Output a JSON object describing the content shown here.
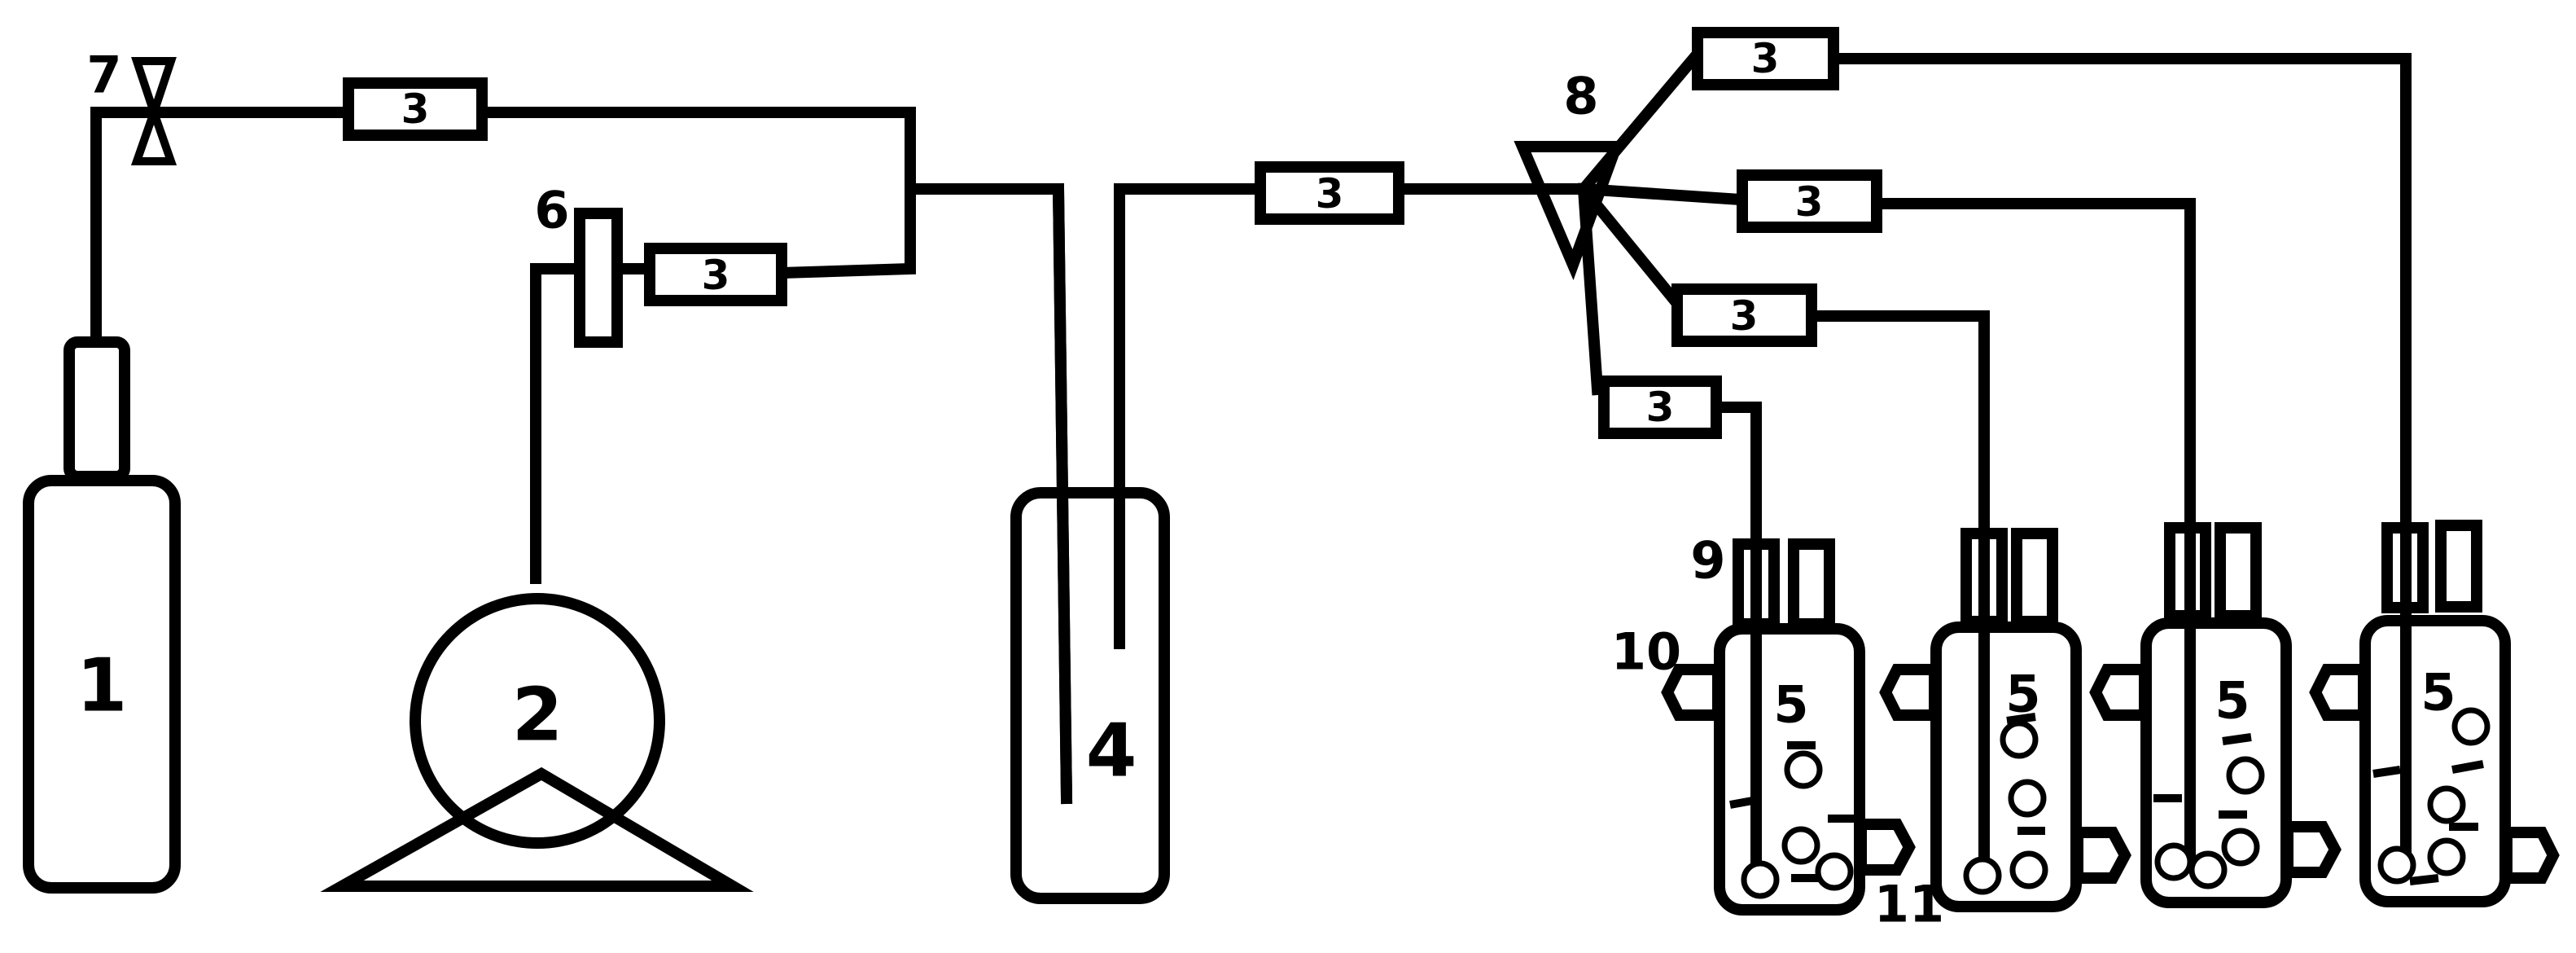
{
  "labels": {
    "cylinder": "1",
    "pump": "2",
    "flowmeter": "3",
    "bottle": "4",
    "reactor": "5",
    "valve_6": "6",
    "valve_7": "7",
    "splitter": "8",
    "inlet": "9",
    "side_port": "10",
    "bottom_port": "11"
  }
}
